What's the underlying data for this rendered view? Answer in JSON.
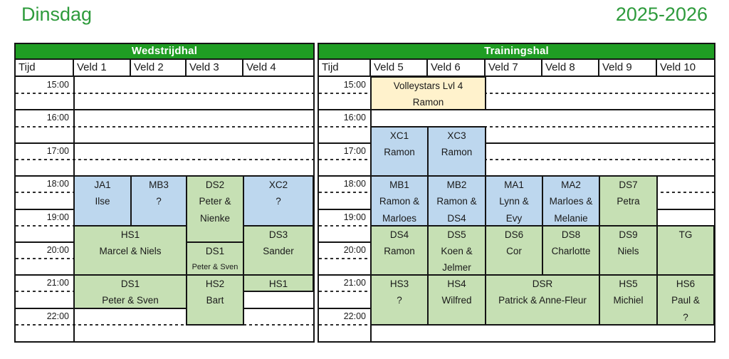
{
  "page": {
    "title": "Dinsdag",
    "season": "2025-2026"
  },
  "colors": {
    "title_green": "#2e9b3c",
    "header_green": "#1f9d23",
    "block_blue": "#bdd7ee",
    "block_green": "#c6e0b4",
    "block_yellow": "#fff2cc",
    "border_black": "#141414"
  },
  "time": {
    "start": "15:00",
    "end": "23:00",
    "hour_labels": [
      "15:00",
      "16:00",
      "17:00",
      "18:00",
      "19:00",
      "20:00",
      "21:00",
      "22:00"
    ]
  },
  "halls": [
    {
      "name": "Wedstrijdhal",
      "time_header": "Tijd",
      "columns": [
        "Veld 1",
        "Veld 2",
        "Veld 3",
        "Veld 4"
      ],
      "blocks": [
        {
          "col": 0,
          "span": 1,
          "start": "18:00",
          "end": "19:30",
          "color": "blue",
          "lines": [
            "JA1",
            "Ilse"
          ]
        },
        {
          "col": 1,
          "span": 1,
          "start": "18:00",
          "end": "19:30",
          "color": "blue",
          "lines": [
            "MB3",
            "?"
          ]
        },
        {
          "col": 2,
          "span": 1,
          "start": "18:00",
          "end": "20:00",
          "color": "green",
          "lines": [
            "DS2",
            "Peter &",
            "Nienke"
          ]
        },
        {
          "col": 3,
          "span": 1,
          "start": "18:00",
          "end": "19:30",
          "color": "blue",
          "lines": [
            "XC2",
            "?"
          ]
        },
        {
          "col": 0,
          "span": 2,
          "start": "19:30",
          "end": "21:00",
          "color": "green",
          "lines": [
            "HS1",
            "Marcel & Niels"
          ]
        },
        {
          "col": 3,
          "span": 1,
          "start": "19:30",
          "end": "21:00",
          "color": "green",
          "lines": [
            "DS3",
            "Sander"
          ]
        },
        {
          "col": 2,
          "span": 1,
          "start": "20:00",
          "end": "21:00",
          "color": "green",
          "lines": [
            "DS1",
            "Peter & Sven"
          ],
          "small": 1
        },
        {
          "col": 0,
          "span": 2,
          "start": "21:00",
          "end": "22:00",
          "color": "green",
          "lines": [
            "DS1",
            "Peter & Sven"
          ]
        },
        {
          "col": 2,
          "span": 1,
          "start": "21:00",
          "end": "22:30",
          "color": "green",
          "lines": [
            "HS2",
            "Bart"
          ]
        },
        {
          "col": 3,
          "span": 1,
          "start": "21:00",
          "end": "21:30",
          "color": "green",
          "lines": [
            "HS1"
          ]
        }
      ]
    },
    {
      "name": "Trainingshal",
      "time_header": "Tijd",
      "columns": [
        "Veld 5",
        "Veld 6",
        "Veld 7",
        "Veld 8",
        "Veld 9",
        "Veld 10"
      ],
      "blocks": [
        {
          "col": 0,
          "span": 2,
          "start": "15:00",
          "end": "16:00",
          "color": "yellow",
          "lines": [
            "Volleystars Lvl 4",
            "Ramon"
          ]
        },
        {
          "col": 0,
          "span": 1,
          "start": "16:30",
          "end": "18:00",
          "color": "blue",
          "lines": [
            "XC1",
            "Ramon"
          ]
        },
        {
          "col": 1,
          "span": 1,
          "start": "16:30",
          "end": "18:00",
          "color": "blue",
          "lines": [
            "XC3",
            "Ramon"
          ]
        },
        {
          "col": 0,
          "span": 1,
          "start": "18:00",
          "end": "19:30",
          "color": "blue",
          "lines": [
            "MB1",
            "Ramon &",
            "Marloes"
          ]
        },
        {
          "col": 1,
          "span": 1,
          "start": "18:00",
          "end": "19:30",
          "color": "blue",
          "lines": [
            "MB2",
            "Ramon &",
            "DS4"
          ]
        },
        {
          "col": 2,
          "span": 1,
          "start": "18:00",
          "end": "19:30",
          "color": "blue",
          "lines": [
            "MA1",
            "Lynn &",
            "Evy"
          ]
        },
        {
          "col": 3,
          "span": 1,
          "start": "18:00",
          "end": "19:30",
          "color": "blue",
          "lines": [
            "MA2",
            "Marloes &",
            "Melanie"
          ]
        },
        {
          "col": 4,
          "span": 1,
          "start": "18:00",
          "end": "19:30",
          "color": "green",
          "lines": [
            "DS7",
            "Petra"
          ]
        },
        {
          "col": 0,
          "span": 1,
          "start": "19:30",
          "end": "21:00",
          "color": "green",
          "lines": [
            "DS4",
            "Ramon"
          ]
        },
        {
          "col": 1,
          "span": 1,
          "start": "19:30",
          "end": "21:00",
          "color": "green",
          "lines": [
            "DS5",
            "Koen &",
            "Jelmer"
          ]
        },
        {
          "col": 2,
          "span": 1,
          "start": "19:30",
          "end": "21:00",
          "color": "green",
          "lines": [
            "DS6",
            "Cor"
          ]
        },
        {
          "col": 3,
          "span": 1,
          "start": "19:30",
          "end": "21:00",
          "color": "green",
          "lines": [
            "DS8",
            "Charlotte"
          ]
        },
        {
          "col": 4,
          "span": 1,
          "start": "19:30",
          "end": "21:00",
          "color": "green",
          "lines": [
            "DS9",
            "Niels"
          ]
        },
        {
          "col": 5,
          "span": 1,
          "start": "19:30",
          "end": "21:00",
          "color": "green",
          "lines": [
            "TG"
          ]
        },
        {
          "col": 0,
          "span": 1,
          "start": "21:00",
          "end": "22:30",
          "color": "green",
          "lines": [
            "HS3",
            "?"
          ]
        },
        {
          "col": 1,
          "span": 1,
          "start": "21:00",
          "end": "22:30",
          "color": "green",
          "lines": [
            "HS4",
            "Wilfred"
          ]
        },
        {
          "col": 2,
          "span": 2,
          "start": "21:00",
          "end": "22:30",
          "color": "green",
          "lines": [
            "DSR",
            "Patrick & Anne-Fleur"
          ]
        },
        {
          "col": 4,
          "span": 1,
          "start": "21:00",
          "end": "22:30",
          "color": "green",
          "lines": [
            "HS5",
            "Michiel"
          ]
        },
        {
          "col": 5,
          "span": 1,
          "start": "21:00",
          "end": "22:30",
          "color": "green",
          "lines": [
            "HS6",
            "Paul &",
            "?"
          ]
        }
      ]
    }
  ]
}
